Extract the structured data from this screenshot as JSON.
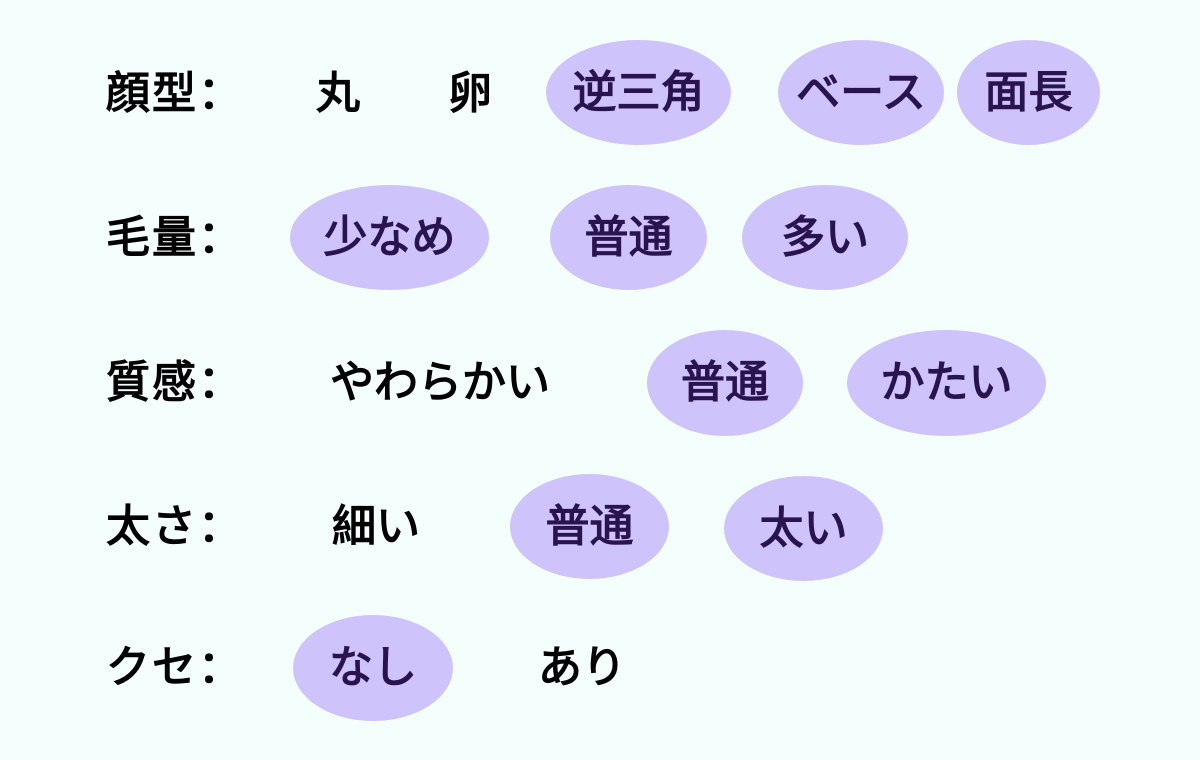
{
  "colors": {
    "background": "#f4fffd",
    "selected_fill": "#cfc3fb",
    "selected_text": "#2a1450",
    "unselected_text": "#000000"
  },
  "rows": [
    {
      "label": "顔型：",
      "options": [
        {
          "text": "丸",
          "selected": false
        },
        {
          "text": "卵",
          "selected": false
        },
        {
          "text": "逆三角",
          "selected": true
        },
        {
          "text": "ベース",
          "selected": true
        },
        {
          "text": "面長",
          "selected": true
        }
      ]
    },
    {
      "label": "毛量：",
      "options": [
        {
          "text": "少なめ",
          "selected": true
        },
        {
          "text": "普通",
          "selected": true
        },
        {
          "text": "多い",
          "selected": true
        }
      ]
    },
    {
      "label": "質感：",
      "options": [
        {
          "text": "やわらかい",
          "selected": false
        },
        {
          "text": "普通",
          "selected": true
        },
        {
          "text": "かたい",
          "selected": true
        }
      ]
    },
    {
      "label": "太さ：",
      "options": [
        {
          "text": "細い",
          "selected": false
        },
        {
          "text": "普通",
          "selected": true
        },
        {
          "text": "太い",
          "selected": true
        }
      ]
    },
    {
      "label": "クセ：",
      "options": [
        {
          "text": "なし",
          "selected": true
        },
        {
          "text": "あり",
          "selected": false
        }
      ]
    }
  ]
}
